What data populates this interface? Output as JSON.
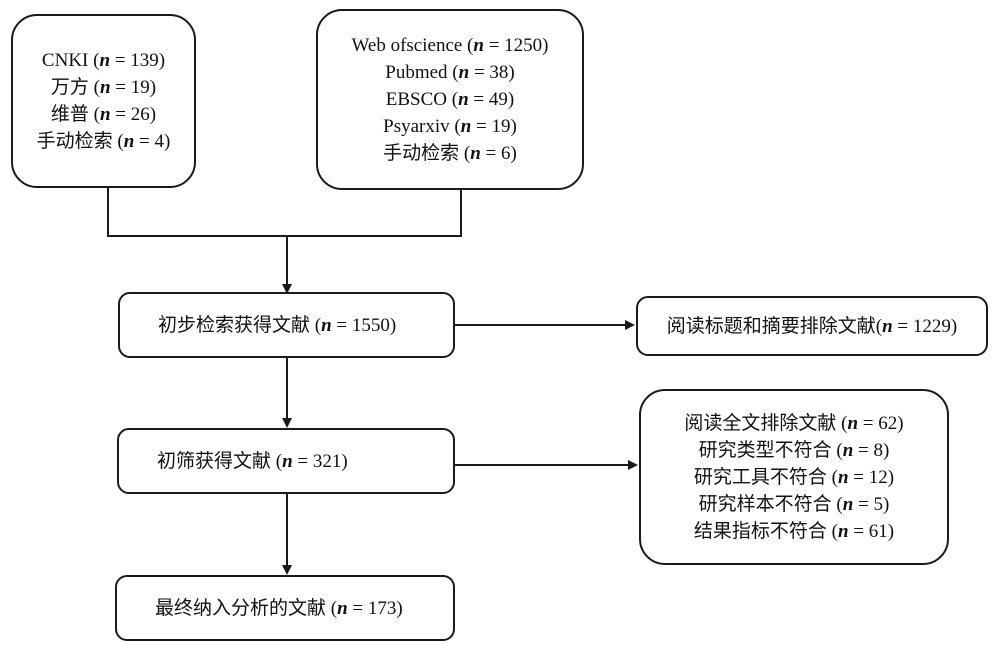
{
  "sources_cn": {
    "lines": [
      "CNKI (n = 139)",
      "万方 (n = 19)",
      "维普 (n = 26)",
      "手动检索 (n = 4)"
    ]
  },
  "sources_en": {
    "lines": [
      "Web ofscience (n = 1250)",
      "Pubmed (n = 38)",
      "EBSCO (n = 49)",
      "Psyarxiv (n = 19)",
      "手动检索 (n = 6)"
    ]
  },
  "initial_search": {
    "label": "初步检索获得文献 (n = 1550)"
  },
  "exclude_title_abstract": {
    "label": "阅读标题和摘要排除文献(n = 1229)"
  },
  "preliminary_screen": {
    "label": "初筛获得文献 (n = 321)"
  },
  "exclude_fulltext": {
    "lines": [
      "阅读全文排除文献 (n = 62)",
      "研究类型不符合 (n = 8)",
      "研究工具不符合 (n = 12)",
      "研究样本不符合 (n = 5)",
      "结果指标不符合 (n = 61)"
    ]
  },
  "final_included": {
    "label": "最终纳入分析的文献 (n = 173)"
  }
}
